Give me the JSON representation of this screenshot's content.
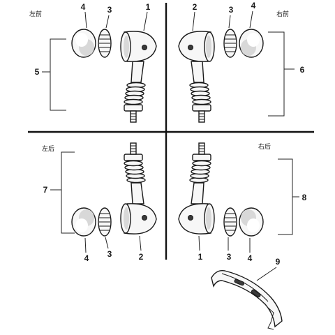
{
  "diagram": {
    "quadrant_labels": {
      "front_left": "左前",
      "front_right": "右前",
      "rear_left": "左后",
      "rear_right": "右后"
    },
    "callouts": {
      "fl_lens": "4",
      "fl_gasket": "3",
      "fl_housing": "1",
      "fl_group": "5",
      "fr_housing": "2",
      "fr_gasket": "3",
      "fr_lens": "4",
      "fr_group": "6",
      "rl_group": "7",
      "rl_lens": "4",
      "rl_gasket": "3",
      "rl_housing": "2",
      "rr_group": "8",
      "rr_housing": "1",
      "rr_gasket": "3",
      "rr_lens": "4",
      "bracket": "9"
    }
  }
}
